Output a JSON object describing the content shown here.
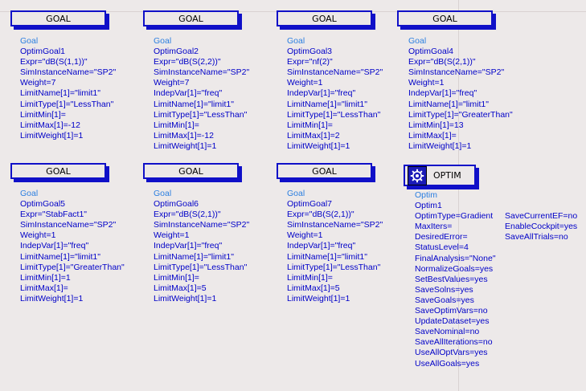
{
  "goals": [
    {
      "box_label": "GOAL",
      "lines": [
        "Goal",
        "OptimGoal1",
        "Expr=\"dB(S(1,1))\"",
        "SimInstanceName=\"SP2\"",
        "Weight=7",
        "LimitName[1]=\"limit1\"",
        "LimitType[1]=\"LessThan\"",
        "LimitMin[1]=",
        "LimitMax[1]=-12",
        "LimitWeight[1]=1"
      ]
    },
    {
      "box_label": "GOAL",
      "lines": [
        "Goal",
        "OptimGoal2",
        "Expr=\"dB(S(2,2))\"",
        "SimInstanceName=\"SP2\"",
        "Weight=7",
        "IndepVar[1]=\"freq\"",
        "LimitName[1]=\"limit1\"",
        "LimitType[1]=\"LessThan\"",
        "LimitMin[1]=",
        "LimitMax[1]=-12",
        "LimitWeight[1]=1"
      ]
    },
    {
      "box_label": "GOAL",
      "lines": [
        "Goal",
        "OptimGoal3",
        "Expr=\"nf(2)\"",
        "SimInstanceName=\"SP2\"",
        "Weight=1",
        "IndepVar[1]=\"freq\"",
        "LimitName[1]=\"limit1\"",
        "LimitType[1]=\"LessThan\"",
        "LimitMin[1]=",
        "LimitMax[1]=2",
        "LimitWeight[1]=1"
      ]
    },
    {
      "box_label": "GOAL",
      "lines": [
        "Goal",
        "OptimGoal4",
        "Expr=\"dB(S(2,1))\"",
        "SimInstanceName=\"SP2\"",
        "Weight=1",
        "IndepVar[1]=\"freq\"",
        "LimitName[1]=\"limit1\"",
        "LimitType[1]=\"GreaterThan\"",
        "LimitMin[1]=13",
        "LimitMax[1]=",
        "LimitWeight[1]=1"
      ]
    },
    {
      "box_label": "GOAL",
      "lines": [
        "Goal",
        "OptimGoal5",
        "Expr=\"StabFact1\"",
        "SimInstanceName=\"SP2\"",
        "Weight=1",
        "IndepVar[1]=\"freq\"",
        "LimitName[1]=\"limit1\"",
        "LimitType[1]=\"GreaterThan\"",
        "LimitMin[1]=1",
        "LimitMax[1]=",
        "LimitWeight[1]=1"
      ]
    },
    {
      "box_label": "GOAL",
      "lines": [
        "Goal",
        "OptimGoal6",
        "Expr=\"dB(S(2,1))\"",
        "SimInstanceName=\"SP2\"",
        "Weight=1",
        "IndepVar[1]=\"freq\"",
        "LimitName[1]=\"limit1\"",
        "LimitType[1]=\"LessThan\"",
        "LimitMin[1]=",
        "LimitMax[1]=5",
        "LimitWeight[1]=1"
      ]
    },
    {
      "box_label": "GOAL",
      "lines": [
        "Goal",
        "OptimGoal7",
        "Expr=\"dB(S(2,1))\"",
        "SimInstanceName=\"SP2\"",
        "Weight=1",
        "IndepVar[1]=\"freq\"",
        "LimitName[1]=\"limit1\"",
        "LimitType[1]=\"LessThan\"",
        "LimitMin[1]=",
        "LimitMax[1]=5",
        "LimitWeight[1]=1"
      ]
    }
  ],
  "optim": {
    "box_label": "OPTIM",
    "icon": "optim-gear-icon",
    "lines_left": [
      "Optim",
      "Optim1",
      "OptimType=Gradient",
      "MaxIters=",
      "DesiredError=",
      "StatusLevel=4",
      "FinalAnalysis=\"None\"",
      "NormalizeGoals=yes",
      "SetBestValues=yes",
      "SaveSolns=yes",
      "SaveGoals=yes",
      "SaveOptimVars=no",
      "UpdateDataset=yes",
      "SaveNominal=no",
      "SaveAllIterations=no",
      "UseAllOptVars=yes",
      "UseAllGoals=yes"
    ],
    "lines_right": [
      "SaveCurrentEF=no",
      "EnableCockpit=yes",
      "SaveAllTrials=no"
    ]
  },
  "colors": {
    "text": "#0000c8",
    "type_label": "#2b7fe0",
    "box_border": "#1010c8",
    "canvas": "#ede9e9"
  }
}
